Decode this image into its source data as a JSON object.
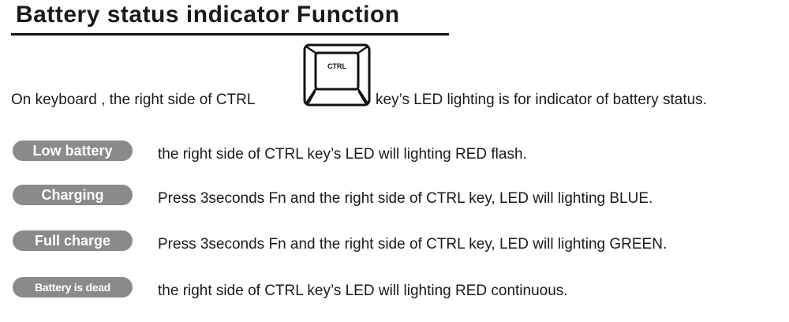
{
  "header": {
    "title": "Battery status indicator Function"
  },
  "intro": {
    "before_key": "On keyboard , the right side of CTRL",
    "key_label": "CTRL",
    "after_key": "key’s LED lighting is for indicator of battery status."
  },
  "statuses": [
    {
      "label": "Low battery",
      "description": "the right side of CTRL key’s LED will lighting RED flash."
    },
    {
      "label": "Charging",
      "description": "Press 3seconds Fn and the right side of CTRL key, LED will lighting BLUE."
    },
    {
      "label": "Full charge",
      "description": "Press 3seconds Fn and the right side of CTRL key, LED will lighting GREEN."
    },
    {
      "label": "Battery is dead",
      "description": "the right side of CTRL key’s LED will lighting RED continuous."
    }
  ],
  "colors": {
    "pill_background": "#8a8a8a",
    "pill_text": "#ffffff",
    "text": "#1a1a1a"
  },
  "icons": {
    "key": "keyboard-key-icon"
  }
}
